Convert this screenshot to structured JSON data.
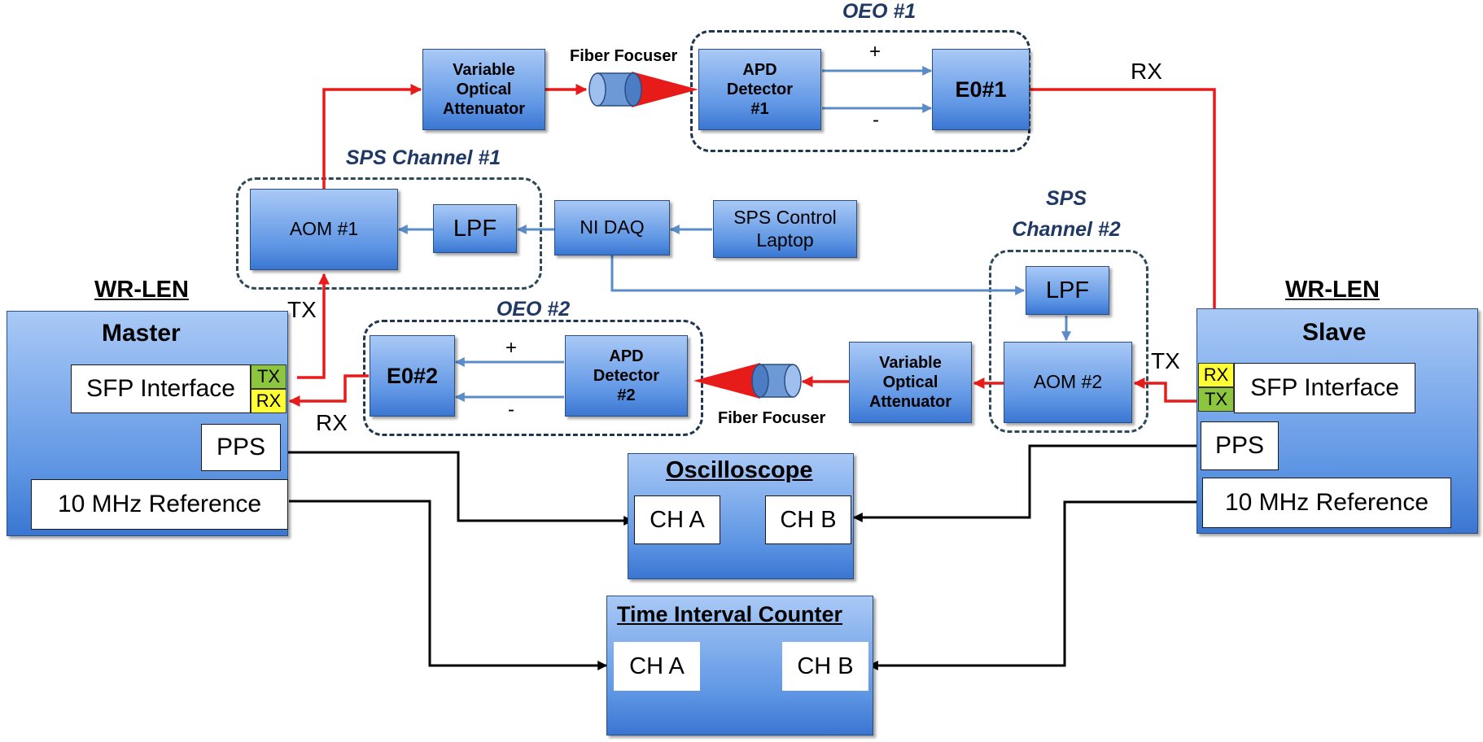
{
  "master": {
    "heading": "WR-LEN",
    "title": "Master",
    "sfp": "SFP Interface",
    "tx": "TX",
    "rx": "RX",
    "pps": "PPS",
    "ref": "10 MHz Reference"
  },
  "slave": {
    "heading": "WR-LEN",
    "title": "Slave",
    "sfp": "SFP Interface",
    "tx": "TX",
    "rx": "RX",
    "pps": "PPS",
    "ref": "10 MHz Reference"
  },
  "oeo1": {
    "title": "OEO #1",
    "apd": [
      "APD",
      "Detector",
      "#1"
    ],
    "eo": "E0#1",
    "plus": "+",
    "minus": "-",
    "voa": [
      "Variable",
      "Optical",
      "Attenuator"
    ],
    "focuser": "Fiber Focuser"
  },
  "oeo2": {
    "title": "OEO #2",
    "apd": [
      "APD",
      "Detector",
      "#2"
    ],
    "eo": "E0#2",
    "plus": "+",
    "minus": "-",
    "voa": [
      "Variable",
      "Optical",
      "Attenuator"
    ],
    "focuser": "Fiber Focuser"
  },
  "sps1": {
    "title": "SPS Channel #1",
    "aom": "AOM #1",
    "lpf": "LPF"
  },
  "sps2": {
    "title": [
      "SPS",
      "Channel #2"
    ],
    "aom": "AOM #2",
    "lpf": "LPF"
  },
  "daq": "NI DAQ",
  "laptop": [
    "SPS Control",
    "Laptop"
  ],
  "oscilloscope": {
    "title": "Oscilloscope",
    "cha": "CH A",
    "chb": "CH B"
  },
  "tic": {
    "title": "Time Interval Counter",
    "cha": "CH A",
    "chb": "CH B"
  },
  "wire_labels": {
    "rx_top": "RX",
    "tx_master": "TX",
    "rx_master": "RX",
    "tx_slave": "TX"
  },
  "colors": {
    "optical": "#e81b1b",
    "control": "#5b8cc9",
    "timing": "#000000",
    "block": "#5f96e4",
    "title": "#1f3864",
    "tx_port": "#8cc63f",
    "rx_port": "#ffff33"
  }
}
